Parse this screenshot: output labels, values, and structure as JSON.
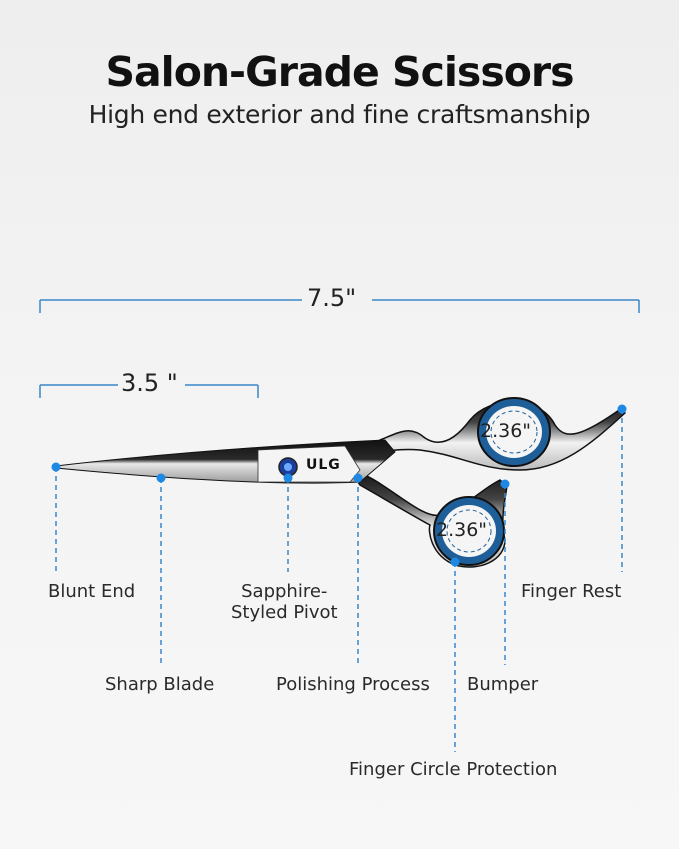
{
  "header": {
    "title": "Salon-Grade Scissors",
    "subtitle": "High end exterior and fine craftsmanship"
  },
  "dimensions": {
    "total_length": "7.5\"",
    "blade_length": "3.5 \"",
    "ring_upper": "2.36\"",
    "ring_lower": "2.36\""
  },
  "brand": "ULG",
  "parts": [
    {
      "label": "Blunt End"
    },
    {
      "label": "Sharp Blade"
    },
    {
      "label": "Sapphire-\nStyled Pivot"
    },
    {
      "label": "Polishing Process"
    },
    {
      "label": "Finger Circle Protection"
    },
    {
      "label": "Bumper"
    },
    {
      "label": "Finger Rest"
    }
  ],
  "colors": {
    "accent": "#1e88e5",
    "dimension_line": "#3a86c8",
    "ring": "#1f5f99"
  }
}
